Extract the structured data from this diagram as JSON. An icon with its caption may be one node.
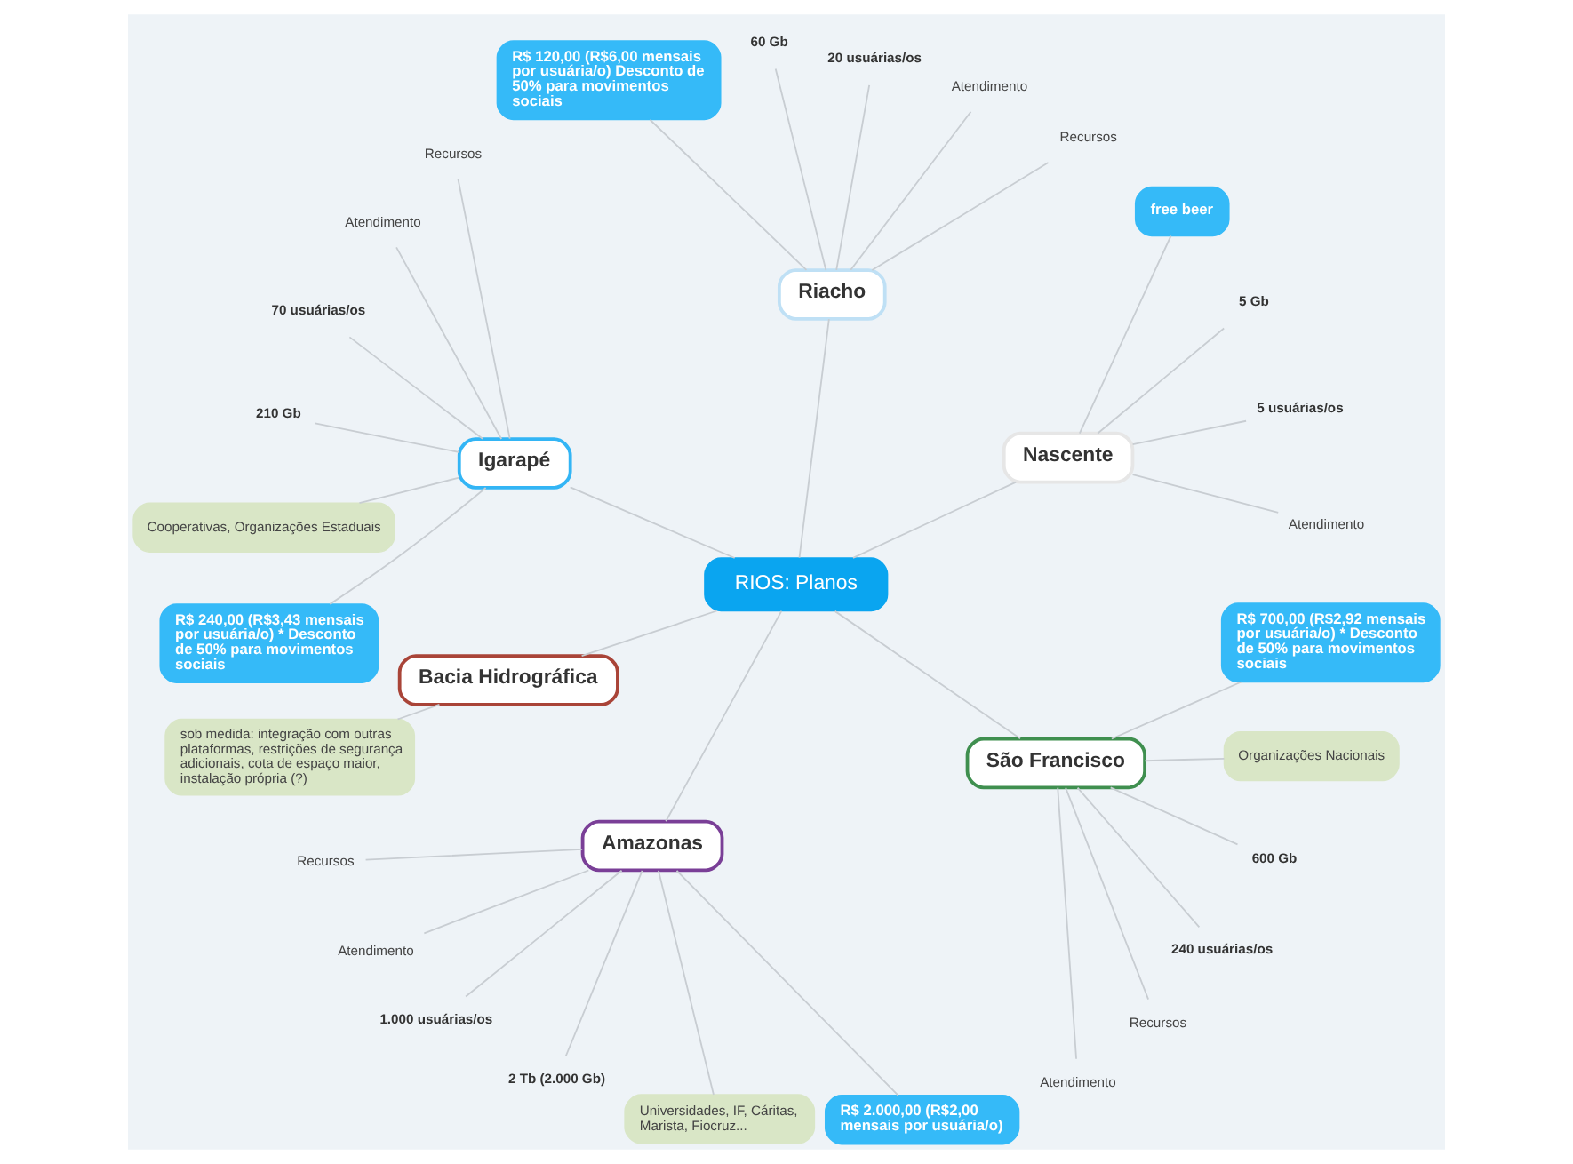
{
  "diagram": {
    "nodes": [
      {
        "text": [
          "RIOS: Planos"
        ]
      },
      {
        "text": [
          "Nascente"
        ]
      },
      {
        "text": [
          "Atendimento"
        ]
      },
      {
        "text": [
          "5 usuárias/os"
        ]
      },
      {
        "text": [
          "5 Gb"
        ]
      },
      {
        "text": [
          "free beer"
        ]
      },
      {
        "text": [
          "Riacho"
        ]
      },
      {
        "text": [
          "Recursos"
        ]
      },
      {
        "text": [
          "Atendimento"
        ]
      },
      {
        "text": [
          "20 usuárias/os"
        ]
      },
      {
        "text": [
          "60 Gb"
        ]
      },
      {
        "text": [
          "R$ 120,00 (R$6,00 mensais por usuária/o) Desconto de 50% para movimentos sociais"
        ]
      },
      {
        "text": [
          "Igarapé"
        ]
      },
      {
        "text": [
          "Recursos"
        ]
      },
      {
        "text": [
          "Atendimento"
        ]
      },
      {
        "text": [
          "70 usuárias/os"
        ]
      },
      {
        "text": [
          "210 Gb"
        ]
      },
      {
        "text": [
          "Cooperativas, Organizações Estaduais"
        ]
      },
      {
        "text": [
          "R$ 240,00 (R$3,43 mensais por usuária/o) * Desconto de 50% para movimentos sociais"
        ]
      },
      {
        "text": [
          "Bacia Hidrográfica"
        ]
      },
      {
        "text": [
          "sob medida: integração com outras plataformas, restrições de segurança adicionais, cota de espaço maior, instalação própria (?)"
        ]
      },
      {
        "text": [
          "Amazonas"
        ]
      },
      {
        "text": [
          "Recursos"
        ]
      },
      {
        "text": [
          "Atendimento"
        ]
      },
      {
        "text": [
          "1.000 usuárias/os"
        ]
      },
      {
        "text": [
          "2 Tb (2.000 Gb)"
        ]
      },
      {
        "text": [
          "Universidades, IF, Cáritas, Marista, Fiocruz..."
        ]
      },
      {
        "text": [
          "R$ 2.000,00 (R$2,00 mensais por usuária/o)"
        ]
      },
      {
        "text": [
          "São Francisco"
        ]
      },
      {
        "text": [
          "Atendimento"
        ]
      },
      {
        "text": [
          "Recursos"
        ]
      },
      {
        "text": [
          "240 usuárias/os"
        ]
      },
      {
        "text": [
          "600 Gb"
        ]
      },
      {
        "text": [
          "Organizações Nacionais"
        ]
      },
      {
        "text": [
          "R$ 700,00 (R$2,92 mensais por usuária/o) * Desconto de 50% para movimentos sociais"
        ]
      }
    ],
    "edges": [
      {
        "from": 0,
        "to": 1,
        "arrow": "none"
      },
      {
        "from": 1,
        "to": 2,
        "arrow": "none"
      },
      {
        "from": 1,
        "to": 3,
        "arrow": "none"
      },
      {
        "from": 1,
        "to": 4,
        "arrow": "none"
      },
      {
        "from": 1,
        "to": 5,
        "arrow": "none"
      },
      {
        "from": 0,
        "to": 6,
        "arrow": "none"
      },
      {
        "from": 6,
        "to": 7,
        "arrow": "none"
      },
      {
        "from": 6,
        "to": 8,
        "arrow": "none"
      },
      {
        "from": 6,
        "to": 9,
        "arrow": "none"
      },
      {
        "from": 6,
        "to": 10,
        "arrow": "none"
      },
      {
        "from": 6,
        "to": 11,
        "arrow": "none"
      },
      {
        "from": 0,
        "to": 12,
        "arrow": "none"
      },
      {
        "from": 12,
        "to": 13,
        "arrow": "none"
      },
      {
        "from": 12,
        "to": 14,
        "arrow": "none"
      },
      {
        "from": 12,
        "to": 15,
        "arrow": "none"
      },
      {
        "from": 12,
        "to": 16,
        "arrow": "none"
      },
      {
        "from": 12,
        "to": 17,
        "arrow": "none"
      },
      {
        "from": 12,
        "to": 18,
        "arrow": "none"
      },
      {
        "from": 0,
        "to": 19,
        "arrow": "none"
      },
      {
        "from": 19,
        "to": 20,
        "arrow": "none"
      },
      {
        "from": 0,
        "to": 21,
        "arrow": "none"
      },
      {
        "from": 21,
        "to": 22,
        "arrow": "none"
      },
      {
        "from": 21,
        "to": 23,
        "arrow": "none"
      },
      {
        "from": 21,
        "to": 24,
        "arrow": "none"
      },
      {
        "from": 21,
        "to": 25,
        "arrow": "none"
      },
      {
        "from": 21,
        "to": 26,
        "arrow": "none"
      },
      {
        "from": 21,
        "to": 27,
        "arrow": "none"
      },
      {
        "from": 0,
        "to": 28,
        "arrow": "none"
      },
      {
        "from": 28,
        "to": 29,
        "arrow": "none"
      },
      {
        "from": 28,
        "to": 30,
        "arrow": "none"
      },
      {
        "from": 28,
        "to": 31,
        "arrow": "none"
      },
      {
        "from": 28,
        "to": 32,
        "arrow": "none"
      },
      {
        "from": 28,
        "to": 33,
        "arrow": "none"
      },
      {
        "from": 28,
        "to": 34,
        "arrow": "none"
      }
    ]
  }
}
